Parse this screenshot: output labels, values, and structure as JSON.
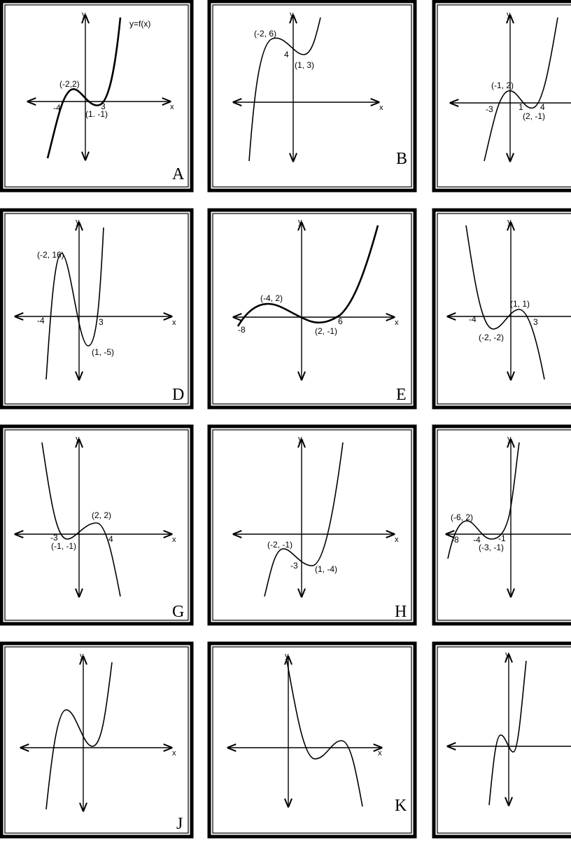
{
  "cards": [
    {
      "letter": "A",
      "func": "y=f(x)",
      "labels": [
        "(-2,2)",
        "-4",
        "3",
        "(1. -1)"
      ]
    },
    {
      "letter": "B",
      "labels": [
        "(-2, 6)",
        "4",
        "(1, 3)"
      ]
    },
    {
      "letter": "",
      "labels": [
        "(-1, 2)",
        "-3",
        "1",
        "4",
        "(2, -1)"
      ]
    },
    {
      "letter": "D",
      "labels": [
        "(-2, 16)",
        "-4",
        "3",
        "(1, -5)"
      ]
    },
    {
      "letter": "E",
      "labels": [
        "(-4, 2)",
        "-8",
        "6",
        "(2, -1)"
      ]
    },
    {
      "letter": "",
      "labels": [
        "(1, 1)",
        "-4",
        "3",
        "(-2, -2)"
      ]
    },
    {
      "letter": "G",
      "labels": [
        "(2, 2)",
        "-3",
        "(-1, -1)",
        "4"
      ]
    },
    {
      "letter": "H",
      "labels": [
        "(-2, -1)",
        "-3",
        "(1, -4)"
      ]
    },
    {
      "letter": "",
      "labels": [
        "(-6, 2)",
        "-8",
        "-4",
        "-1",
        "(-3, -1)"
      ]
    },
    {
      "letter": "J",
      "labels": []
    },
    {
      "letter": "K",
      "labels": []
    },
    {
      "letter": "",
      "labels": []
    }
  ],
  "axis_x": "x",
  "axis_y": "y"
}
